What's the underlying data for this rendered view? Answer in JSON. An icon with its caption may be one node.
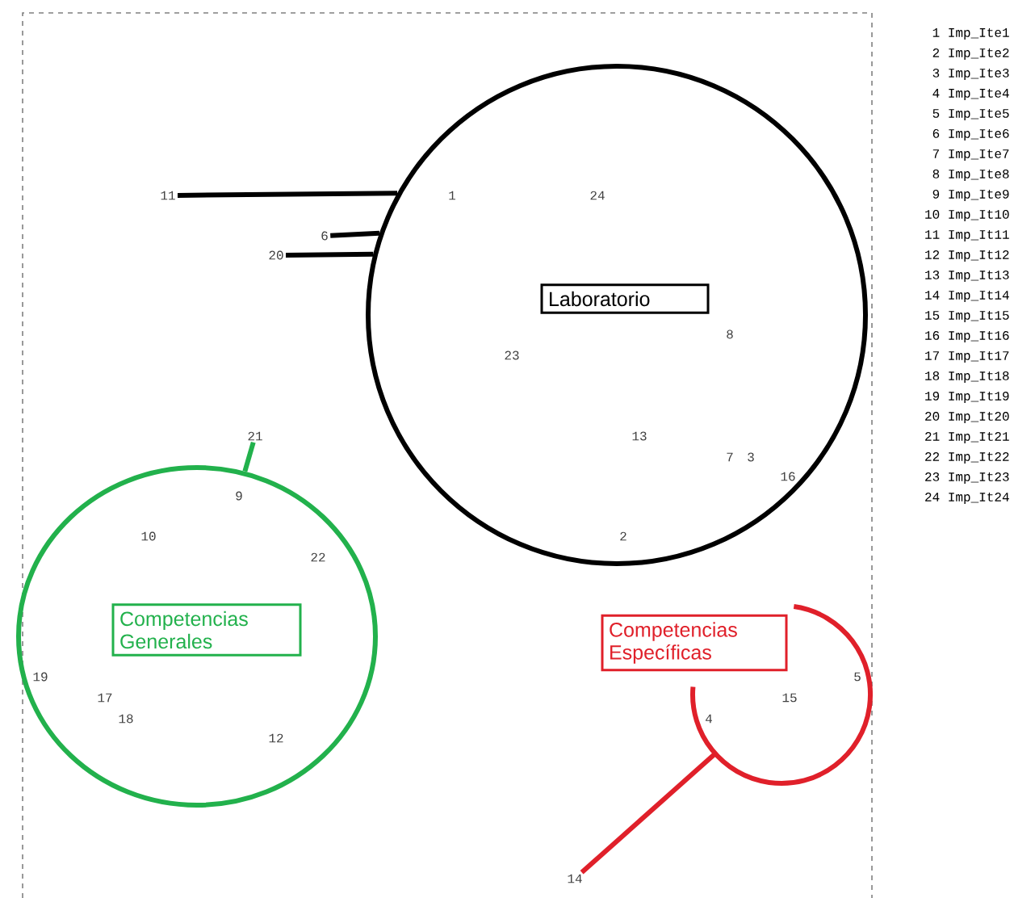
{
  "diagram": {
    "nodes": [
      {
        "text": [
          "1",
          "24",
          "Laboratorio",
          "8",
          "23",
          "13",
          "7",
          "3",
          "16",
          "2"
        ]
      },
      {
        "text": [
          "11"
        ]
      },
      {
        "text": [
          "6"
        ]
      },
      {
        "text": [
          "20"
        ]
      },
      {
        "text": [
          "21"
        ]
      },
      {
        "text": [
          "9",
          "10",
          "22",
          "Competencias Generales",
          "19",
          "17",
          "18",
          "12"
        ]
      },
      {
        "text": [
          "Competencias Específicas",
          "5",
          "15",
          "4"
        ]
      },
      {
        "text": [
          "14"
        ]
      }
    ],
    "edges": [
      {
        "from": 1,
        "to": 0,
        "arrow": "none"
      },
      {
        "from": 2,
        "to": 0,
        "arrow": "none"
      },
      {
        "from": 3,
        "to": 0,
        "arrow": "none"
      },
      {
        "from": 4,
        "to": 5,
        "arrow": "none",
        "color": "#22b14c"
      },
      {
        "from": 7,
        "to": 6,
        "arrow": "none",
        "color": "#e0202a"
      }
    ],
    "labels": [
      "1 Imp_Ite1",
      "2 Imp_Ite2",
      "3 Imp_Ite3",
      "4 Imp_Ite4",
      "5 Imp_Ite5",
      "6 Imp_Ite6",
      "7 Imp_Ite7",
      "8 Imp_Ite8",
      "9 Imp_Ite9",
      "10 Imp_It10",
      "11 Imp_It11",
      "12 Imp_It12",
      "13 Imp_It13",
      "14 Imp_It14",
      "15 Imp_It15",
      "16 Imp_It16",
      "17 Imp_It17",
      "18 Imp_It18",
      "19 Imp_It19",
      "20 Imp_It20",
      "21 Imp_It21",
      "22 Imp_It22",
      "23 Imp_It23",
      "24 Imp_It24"
    ]
  }
}
